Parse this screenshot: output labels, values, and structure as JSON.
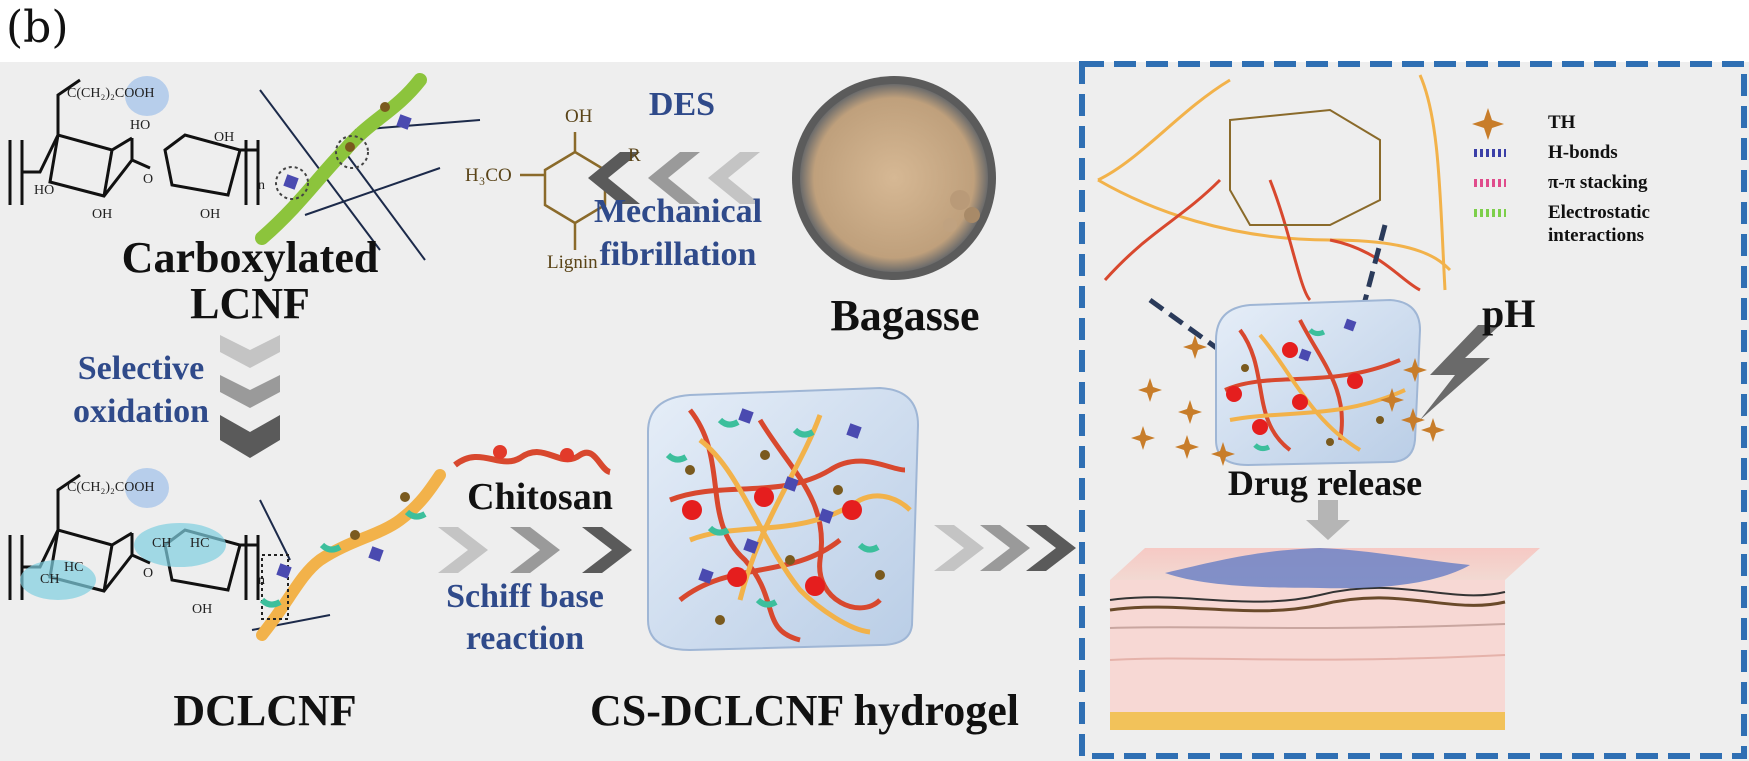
{
  "figure": {
    "panel_label": "(b)",
    "labels": {
      "carboxylated_line1": "Carboxylated",
      "carboxylated_line2": "LCNF",
      "dclcnf": "DCLCNF",
      "bagasse": "Bagasse",
      "chitosan": "Chitosan",
      "hydrogel": "CS-DCLCNF hydrogel",
      "drug_release": "Drug release",
      "ph": "pH"
    },
    "steps": {
      "des": "DES",
      "mechanical": "Mechanical",
      "fibrillation": "fibrillation",
      "selective": "Selective",
      "oxidation": "oxidation",
      "schiff": "Schiff base",
      "reaction": "reaction"
    },
    "legend": [
      {
        "label": "TH",
        "color": "#c87d2a",
        "icon": "star-icon"
      },
      {
        "label": "H-bonds",
        "color": "#3b3fa8",
        "icon": "dashed-line-icon"
      },
      {
        "label": "π-π stacking",
        "color": "#e04c8c",
        "icon": "dashed-line-icon"
      },
      {
        "label": "Electrostatic",
        "color": "#7dcf4a",
        "icon": "dashed-line-icon"
      },
      {
        "label": "interactions",
        "color": "",
        "icon": ""
      }
    ],
    "chem": {
      "carboxyl_group": "C(CH₂)₂COOH",
      "ho": "HO",
      "oh": "OH",
      "o": "O",
      "n": "n",
      "ch": "CH",
      "hc": "HC",
      "lignin": "Lignin",
      "h3co": "H₃CO",
      "r": "R"
    },
    "colors": {
      "arrow_light": "#c4c4c4",
      "arrow_mid": "#9a9a9a",
      "arrow_dark": "#5a5a5a",
      "frame_blue": "#2f6fb3",
      "fiber_green": "#8cc43c",
      "fiber_orange": "#f2b24a",
      "chitosan_red": "#d8482e"
    }
  }
}
